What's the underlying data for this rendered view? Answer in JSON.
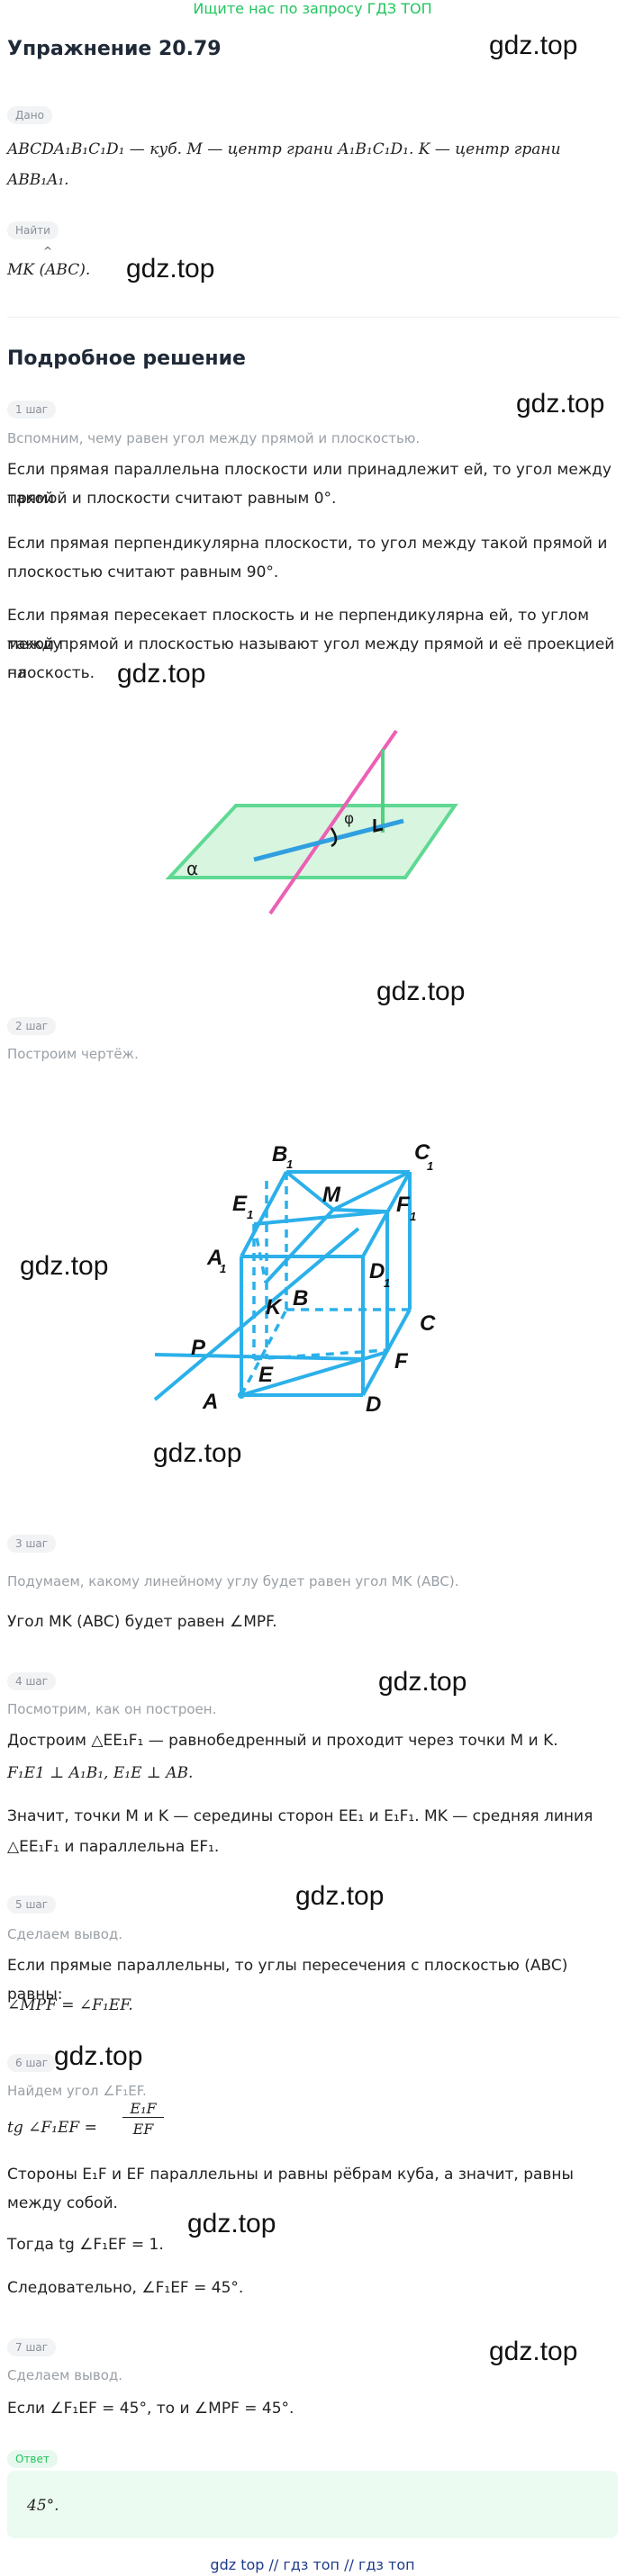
{
  "top_link": "Ищите нас по запросу ГДЗ ТОП",
  "title": "Упражнение 20.79",
  "watermark": "gdz.top",
  "given_chip": "Дано",
  "given_line1": "ABCDA₁B₁C₁D₁ — куб. M — центр грани A₁B₁C₁D₁. K — центр грани",
  "given_line2": "ABB₁A₁.",
  "find_chip": "Найти",
  "find_value": "MK (ABC).",
  "find_accent": "^",
  "solution_title": "Подробное решение",
  "steps": [
    {
      "chip": "1 шаг",
      "note": "Вспомним, чему равен угол между прямой и плоскостью."
    },
    {
      "chip": "2 шаг",
      "note": "Построим чертёж."
    },
    {
      "chip": "3 шаг",
      "note": "Подумаем, какому линейному углу будет равен угол MK (ABC)."
    },
    {
      "chip": "4 шаг",
      "note": "Посмотрим, как он построен."
    },
    {
      "chip": "5 шаг",
      "note": "Сделаем вывод."
    },
    {
      "chip": "6 шаг",
      "note": "Найдем угол ∠F₁EF."
    },
    {
      "chip": "7 шаг",
      "note": "Сделаем вывод."
    }
  ],
  "step1": {
    "p1_l1": "Если прямая параллельна плоскости или принадлежит ей, то угол между такой",
    "p1_l2": "прямой и плоскости считают равным 0°.",
    "p2_l1": "Если прямая перпендикулярна плоскости, то угол между такой прямой и",
    "p2_l2": "плоскостью считают равным 90°.",
    "p3_l1": "Если прямая пересекает плоскость и не перпендикулярна ей, то углом между",
    "p3_l2": "такой прямой и плоскостью называют угол между прямой и её проекцией на",
    "p3_l3": "плоскость.",
    "fig_alpha": "α",
    "fig_phi": "φ"
  },
  "cube_labels": {
    "B1": "B",
    "C1": "C",
    "E1": "E",
    "M": "M",
    "F1": "F",
    "A1": "A",
    "D1": "D",
    "K": "K",
    "B": "B",
    "C": "C",
    "P": "P",
    "E": "E",
    "F": "F",
    "A": "A",
    "D": "D",
    "sub1": "1"
  },
  "step3_text": "Угол MK (ABC) будет равен ∠MPF.",
  "step4": {
    "l1": "Достроим △EE₁F₁ — равнобедренный и проходит через точки M и K.",
    "l2": "F₁E1 ⊥ A₁B₁, E₁E ⊥ AB.",
    "l3": "Значит, точки M и K — середины сторон EE₁ и E₁F₁. MK — средняя линия",
    "l4": "△EE₁F₁ и параллельна EF₁."
  },
  "step5": {
    "l1": "Если прямые параллельны, то углы пересечения с плоскостью (ABC) равны:",
    "l2": "∠MPF = ∠F₁EF."
  },
  "step6": {
    "tg_lhs": "tg ∠F₁EF =",
    "frac_num": "E₁F",
    "frac_den": "EF",
    "l2": "Стороны E₁F и EF параллельны и равны рёбрам куба, а значит, равны",
    "l3": "между собой.",
    "l4": "Тогда tg ∠F₁EF = 1.",
    "l5": "Следовательно, ∠F₁EF = 45°."
  },
  "step7_text": "Если ∠F₁EF = 45°, то и ∠MPF = 45°.",
  "answer_chip": "Ответ",
  "answer_value": "45°.",
  "footer": "gdz top  //  гдз топ  //  гдз топ"
}
